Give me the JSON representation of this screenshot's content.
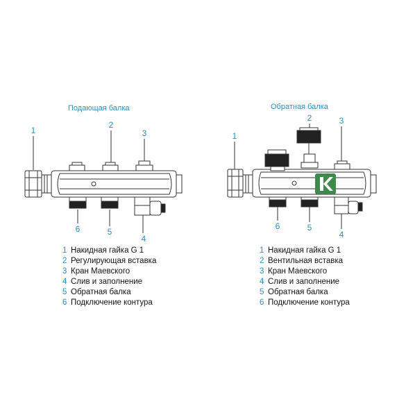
{
  "left": {
    "title": "Подающая балка",
    "callouts": [
      "1",
      "2",
      "3",
      "4",
      "5",
      "6"
    ],
    "legend": [
      {
        "n": "1",
        "text": "Накидная гайка G 1"
      },
      {
        "n": "2",
        "text": "Регулирующая вставка"
      },
      {
        "n": "3",
        "text": "Кран Маевского"
      },
      {
        "n": "4",
        "text": "Слив и заполнение"
      },
      {
        "n": "5",
        "text": "Обратная балка"
      },
      {
        "n": "6",
        "text": "Подключение контура"
      }
    ]
  },
  "right": {
    "title": "Обратная балка",
    "callouts": [
      "1",
      "2",
      "3",
      "4",
      "5",
      "6"
    ],
    "legend": [
      {
        "n": "1",
        "text": "Накидная гайка G 1"
      },
      {
        "n": "2",
        "text": "Вентильная вставка"
      },
      {
        "n": "3",
        "text": "Кран Маевского"
      },
      {
        "n": "4",
        "text": "Слив и заполнение"
      },
      {
        "n": "5",
        "text": "Обратная балка"
      },
      {
        "n": "6",
        "text": "Подключение контура"
      }
    ]
  },
  "colors": {
    "callout": "#2a8fc0",
    "logo": "#3f8a4b",
    "line": "#333333"
  },
  "logo_icon": "k-letter-logo"
}
